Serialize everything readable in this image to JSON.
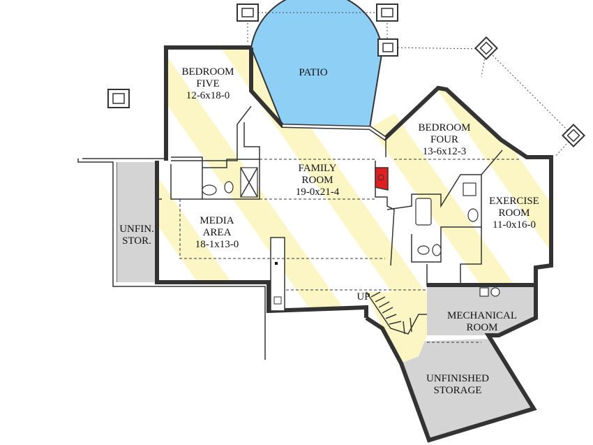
{
  "rooms": {
    "bedroom_five": {
      "line1": "BEDROOM",
      "line2": "FIVE",
      "size": "12-6x18-0"
    },
    "patio": {
      "name": "PATIO"
    },
    "family_room": {
      "line1": "FAMILY",
      "line2": "ROOM",
      "size": "19-0x21-4"
    },
    "bedroom_four": {
      "line1": "BEDROOM",
      "line2": "FOUR",
      "size": "13-6x12-3"
    },
    "exercise_room": {
      "line1": "EXERCISE",
      "line2": "ROOM",
      "size": "11-0x16-0"
    },
    "media_area": {
      "line1": "MEDIA",
      "line2": "AREA",
      "size": "18-1x13-0"
    },
    "unfin_stor": {
      "line1": "UNFIN.",
      "line2": "STOR."
    },
    "mechanical_room": {
      "line1": "MECHANICAL",
      "line2": "ROOM"
    },
    "unfinished_storage": {
      "line1": "UNFINISHED",
      "line2": "STORAGE"
    }
  },
  "stairs": {
    "label": "UP"
  },
  "colors": {
    "patio": "#8ecff5",
    "highlight_stripe": "#fbf6c4",
    "unfinished": "#d4d4d4",
    "fireplace": "#e02020",
    "wall": "#333333"
  }
}
